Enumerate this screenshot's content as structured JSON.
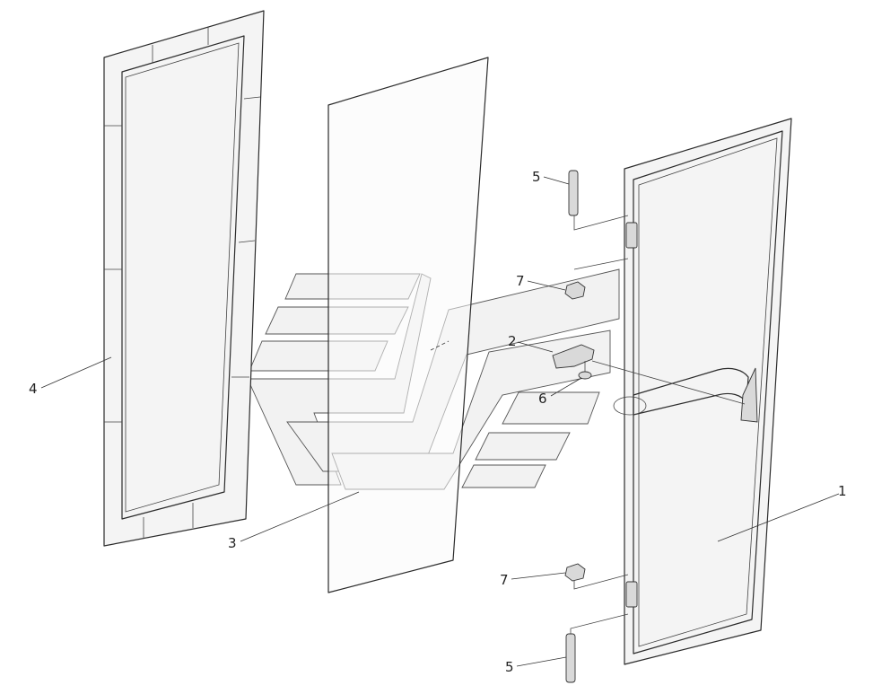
{
  "callouts": {
    "frame_door": "1",
    "latch": "2",
    "glass_panel": "3",
    "seal_frame": "4",
    "hinge_pin_top": "5",
    "hinge_pin_bottom": "5",
    "nut_top": "7",
    "nut_bottom": "7",
    "washer": "6"
  },
  "colors": {
    "line": "#2b2b2b",
    "fill": "#f4f4f4",
    "background": "#ffffff"
  }
}
